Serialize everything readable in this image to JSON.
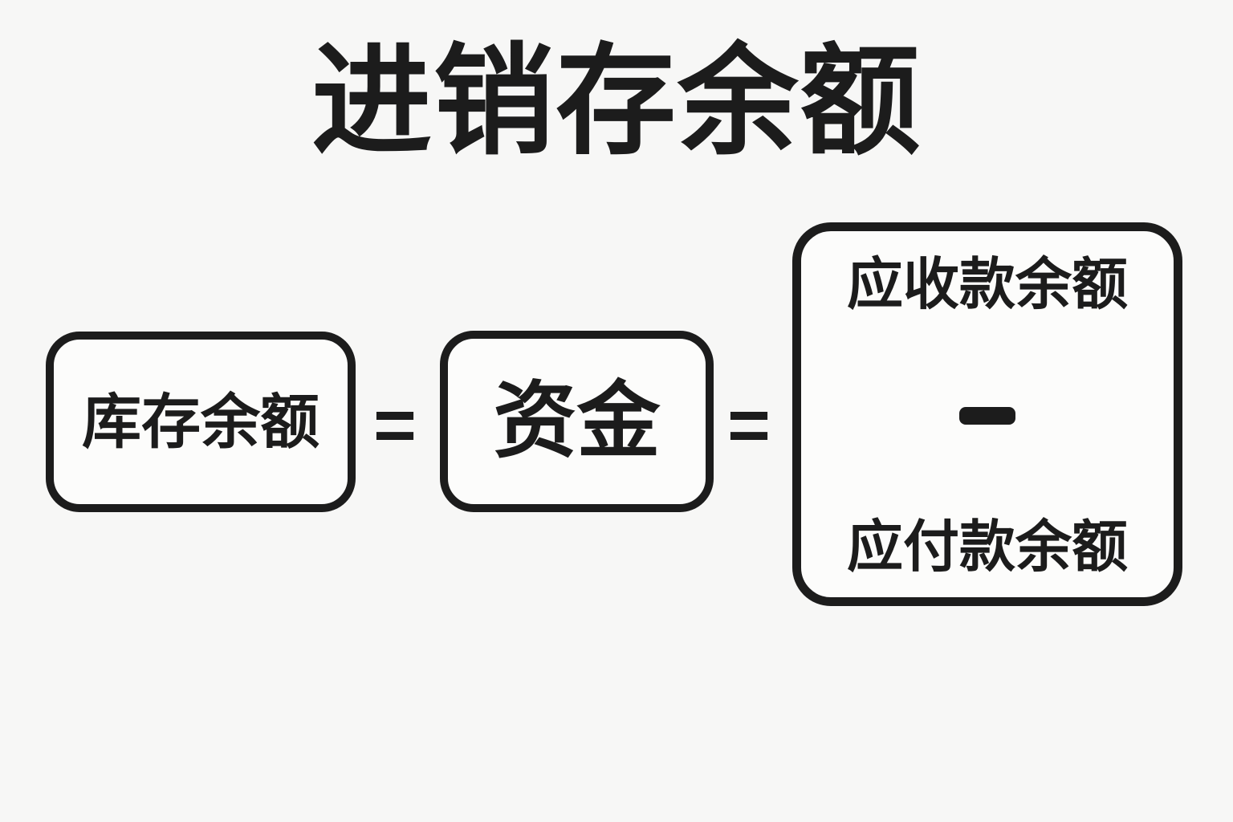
{
  "colors": {
    "background": "#f7f7f6",
    "ink": "#1c1c1c",
    "box_fill": "#fcfcfb"
  },
  "title": "进销存余额",
  "equation": {
    "inventory_box": {
      "label": "库存余额"
    },
    "equals_left": "=",
    "funds_box": {
      "label": "资金"
    },
    "equals_right": "=",
    "net_box": {
      "receivable_label": "应收款余额",
      "operator": "−",
      "payable_label": "应付款余额"
    }
  }
}
